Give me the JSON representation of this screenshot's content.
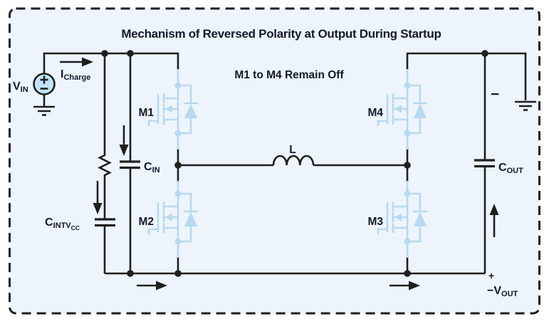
{
  "diagram": {
    "title": "Mechanism of Reversed Polarity at Output During Startup",
    "note": "M1 to M4 Remain Off"
  },
  "labels": {
    "vin": {
      "main": "V",
      "sub": "IN"
    },
    "icharge": {
      "main": "I",
      "sub": "Charge"
    },
    "cin": {
      "main": "C",
      "sub": "IN"
    },
    "cintvcc": {
      "main": "C",
      "sub": "INTV",
      "subsub": "CC"
    },
    "cout": {
      "main": "C",
      "sub": "OUT"
    },
    "inductor": "L",
    "m1": "M1",
    "m2": "M2",
    "m3": "M3",
    "m4": "M4",
    "output_minus": "−",
    "output_plus": "+",
    "vout": {
      "main": "−V",
      "sub": "OUT"
    }
  },
  "colors": {
    "background": "#edf4fb",
    "canvas_outside": "#ffffff",
    "line": "#1f1f1f",
    "text": "#15182d",
    "mosfet_blue": "#b7d9f2",
    "source_fill": "#c2e2f7"
  }
}
